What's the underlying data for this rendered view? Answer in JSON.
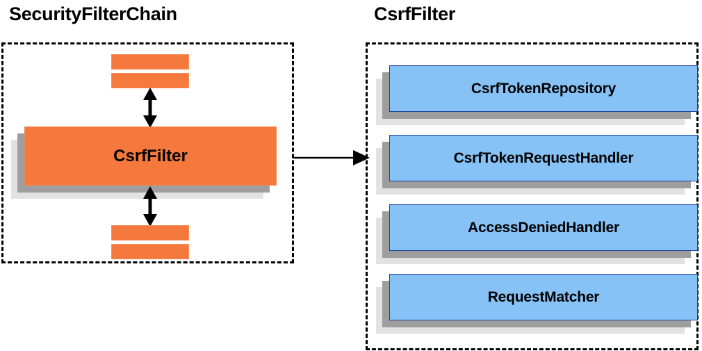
{
  "diagram": {
    "type": "architecture-block-diagram",
    "background": "#ffffff",
    "colors": {
      "filter_fill": "#F5793C",
      "collaborator_fill": "#86C2F5",
      "collaborator_border": "#1F3F9E",
      "shadow_mid": "#9E9E9E",
      "shadow_outer": "#E2E2E2",
      "stroke": "#000000"
    }
  },
  "left_panel": {
    "title": "SecurityFilterChain",
    "main_filter": {
      "label": "CsrfFilter"
    },
    "preceding_filters": [
      {
        "label": ""
      },
      {
        "label": ""
      }
    ],
    "following_filters": [
      {
        "label": ""
      },
      {
        "label": ""
      }
    ],
    "arrows": {
      "top": "double-headed-vertical-arrow",
      "bottom": "double-headed-vertical-arrow"
    }
  },
  "connector": {
    "label": "",
    "kind": "single-headed-horizontal-arrow",
    "from": "CsrfFilter",
    "to": "CsrfFilter collaborators"
  },
  "right_panel": {
    "title": "CsrfFilter",
    "collaborators": [
      {
        "label": "CsrfTokenRepository"
      },
      {
        "label": "CsrfTokenRequestHandler"
      },
      {
        "label": "AccessDeniedHandler"
      },
      {
        "label": "RequestMatcher"
      }
    ]
  }
}
